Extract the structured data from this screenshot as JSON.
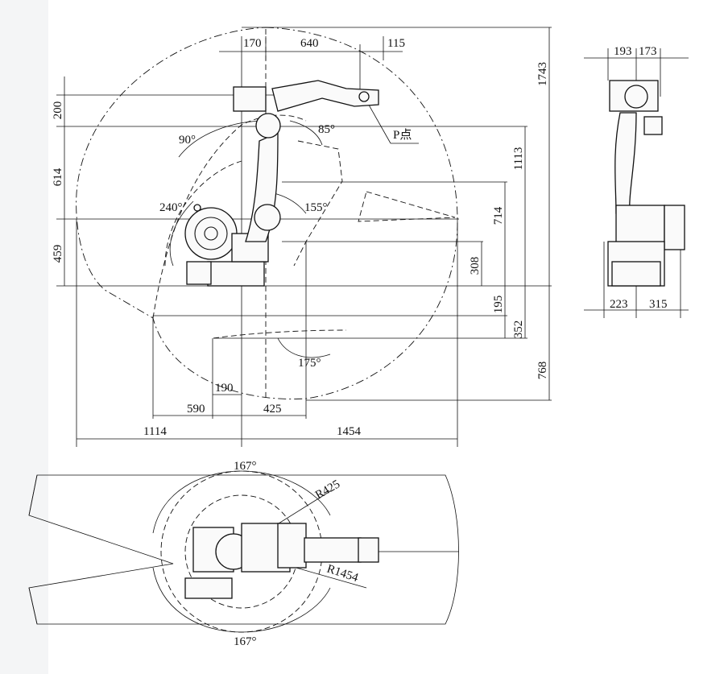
{
  "side_view": {
    "top_dims": [
      "170",
      "640",
      "115"
    ],
    "right_dims": [
      "1743",
      "1113",
      "714",
      "308",
      "195",
      "352",
      "768"
    ],
    "left_dims": [
      "200",
      "614",
      "459"
    ],
    "bottom_dims": [
      "190",
      "590",
      "425",
      "1114",
      "1454"
    ],
    "angles": [
      "85°",
      "90°",
      "240°",
      "155°",
      "175°"
    ],
    "point_label": "P点"
  },
  "front_view": {
    "top_dims": [
      "193",
      "173"
    ],
    "bottom_dims": [
      "223",
      "315"
    ]
  },
  "top_view": {
    "angles": [
      "167°",
      "167°"
    ],
    "radii": [
      "R425",
      "R1454"
    ]
  }
}
